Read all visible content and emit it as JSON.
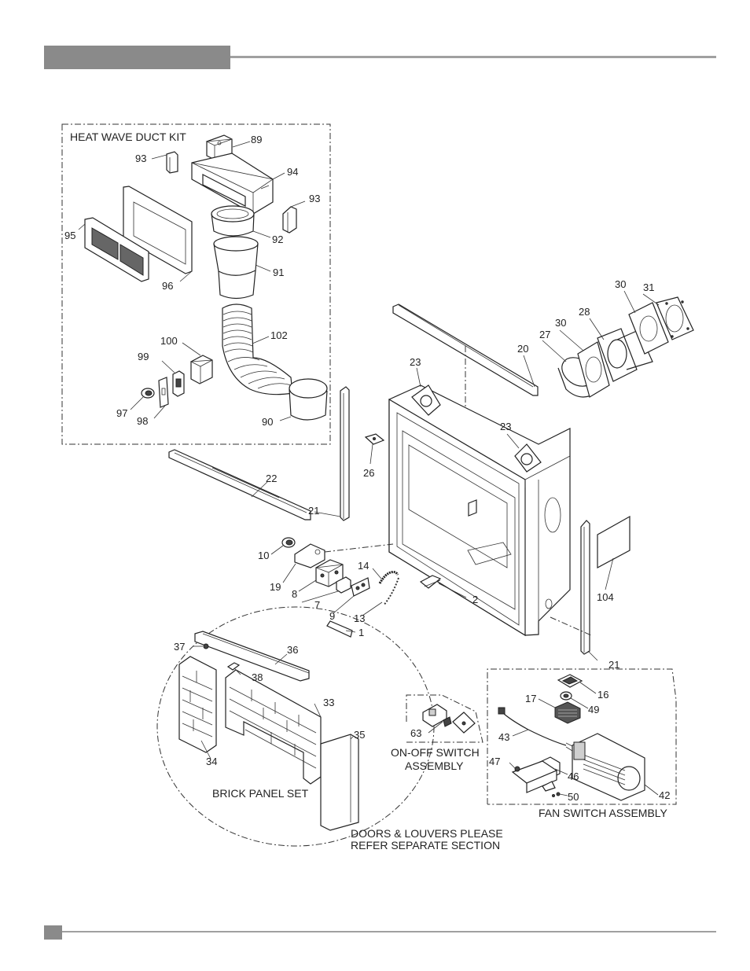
{
  "captions": {
    "heat_wave": "HEAT WAVE DUCT KIT",
    "brick": "BRICK PANEL SET",
    "onoff_1": "ON-OFF SWITCH",
    "onoff_2": "ASSEMBLY",
    "fan": "FAN SWITCH ASSEMBLY",
    "doors_1": "DOORS & LOUVERS PLEASE",
    "doors_2": "REFER SEPARATE SECTION"
  },
  "part_labels": [
    {
      "id": "89",
      "text": "89"
    },
    {
      "id": "93a",
      "text": "93"
    },
    {
      "id": "94",
      "text": "94"
    },
    {
      "id": "93b",
      "text": "93"
    },
    {
      "id": "92",
      "text": "92"
    },
    {
      "id": "95",
      "text": "95"
    },
    {
      "id": "96",
      "text": "96"
    },
    {
      "id": "91",
      "text": "91"
    },
    {
      "id": "102",
      "text": "102"
    },
    {
      "id": "100",
      "text": "100"
    },
    {
      "id": "99",
      "text": "99"
    },
    {
      "id": "97",
      "text": "97"
    },
    {
      "id": "98",
      "text": "98"
    },
    {
      "id": "90",
      "text": "90"
    },
    {
      "id": "30a",
      "text": "30"
    },
    {
      "id": "31",
      "text": "31"
    },
    {
      "id": "28",
      "text": "28"
    },
    {
      "id": "30b",
      "text": "30"
    },
    {
      "id": "27",
      "text": "27"
    },
    {
      "id": "20",
      "text": "20"
    },
    {
      "id": "23a",
      "text": "23"
    },
    {
      "id": "23b",
      "text": "23"
    },
    {
      "id": "26",
      "text": "26"
    },
    {
      "id": "22",
      "text": "22"
    },
    {
      "id": "21a",
      "text": "21"
    },
    {
      "id": "10",
      "text": "10"
    },
    {
      "id": "19",
      "text": "19"
    },
    {
      "id": "8",
      "text": "8"
    },
    {
      "id": "14",
      "text": "14"
    },
    {
      "id": "7",
      "text": "7"
    },
    {
      "id": "9",
      "text": "9"
    },
    {
      "id": "13",
      "text": "13"
    },
    {
      "id": "2",
      "text": "2"
    },
    {
      "id": "1",
      "text": "1"
    },
    {
      "id": "104",
      "text": "104"
    },
    {
      "id": "21b",
      "text": "21"
    },
    {
      "id": "37",
      "text": "37"
    },
    {
      "id": "36",
      "text": "36"
    },
    {
      "id": "38",
      "text": "38"
    },
    {
      "id": "33",
      "text": "33"
    },
    {
      "id": "34",
      "text": "34"
    },
    {
      "id": "35",
      "text": "35"
    },
    {
      "id": "63",
      "text": "63"
    },
    {
      "id": "16",
      "text": "16"
    },
    {
      "id": "17",
      "text": "17"
    },
    {
      "id": "49",
      "text": "49"
    },
    {
      "id": "43",
      "text": "43"
    },
    {
      "id": "47",
      "text": "47"
    },
    {
      "id": "46",
      "text": "46"
    },
    {
      "id": "50",
      "text": "50"
    },
    {
      "id": "42",
      "text": "42"
    }
  ]
}
